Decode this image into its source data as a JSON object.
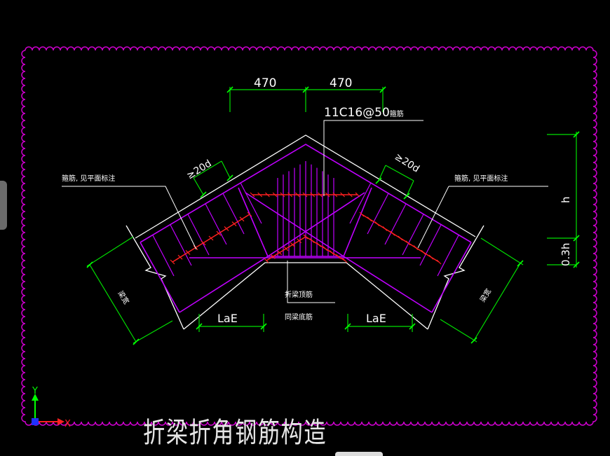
{
  "drawing": {
    "title": "折梁折角钢筋构造",
    "labels": {
      "dim_left_top": "470",
      "dim_right_top": "470",
      "stirrup_callout": "11C16@50",
      "stirrup_callout_suffix": "箍筋",
      "left_note": "箍筋, 见平面标注",
      "right_note": "箍筋, 见平面标注",
      "ge20d_left": "≥20d",
      "ge20d_right": "≥20d",
      "lae_left": "LaE",
      "lae_right": "LaE",
      "height_h": "h",
      "height_03h": "0.3h",
      "bottom_note_1": "折梁顶筋",
      "bottom_note_2": "同梁底筋",
      "beam_width_left": "梁宽",
      "beam_width_right": "梁宽"
    },
    "ucs": {
      "y_label": "Y",
      "x_label": "X"
    },
    "colors": {
      "background": "#000000",
      "dimension": "#00ff00",
      "rebar": "#c000ff",
      "stirrup_red": "#ff2020",
      "outline": "#ffffff",
      "frame": "#cc00cc"
    }
  }
}
